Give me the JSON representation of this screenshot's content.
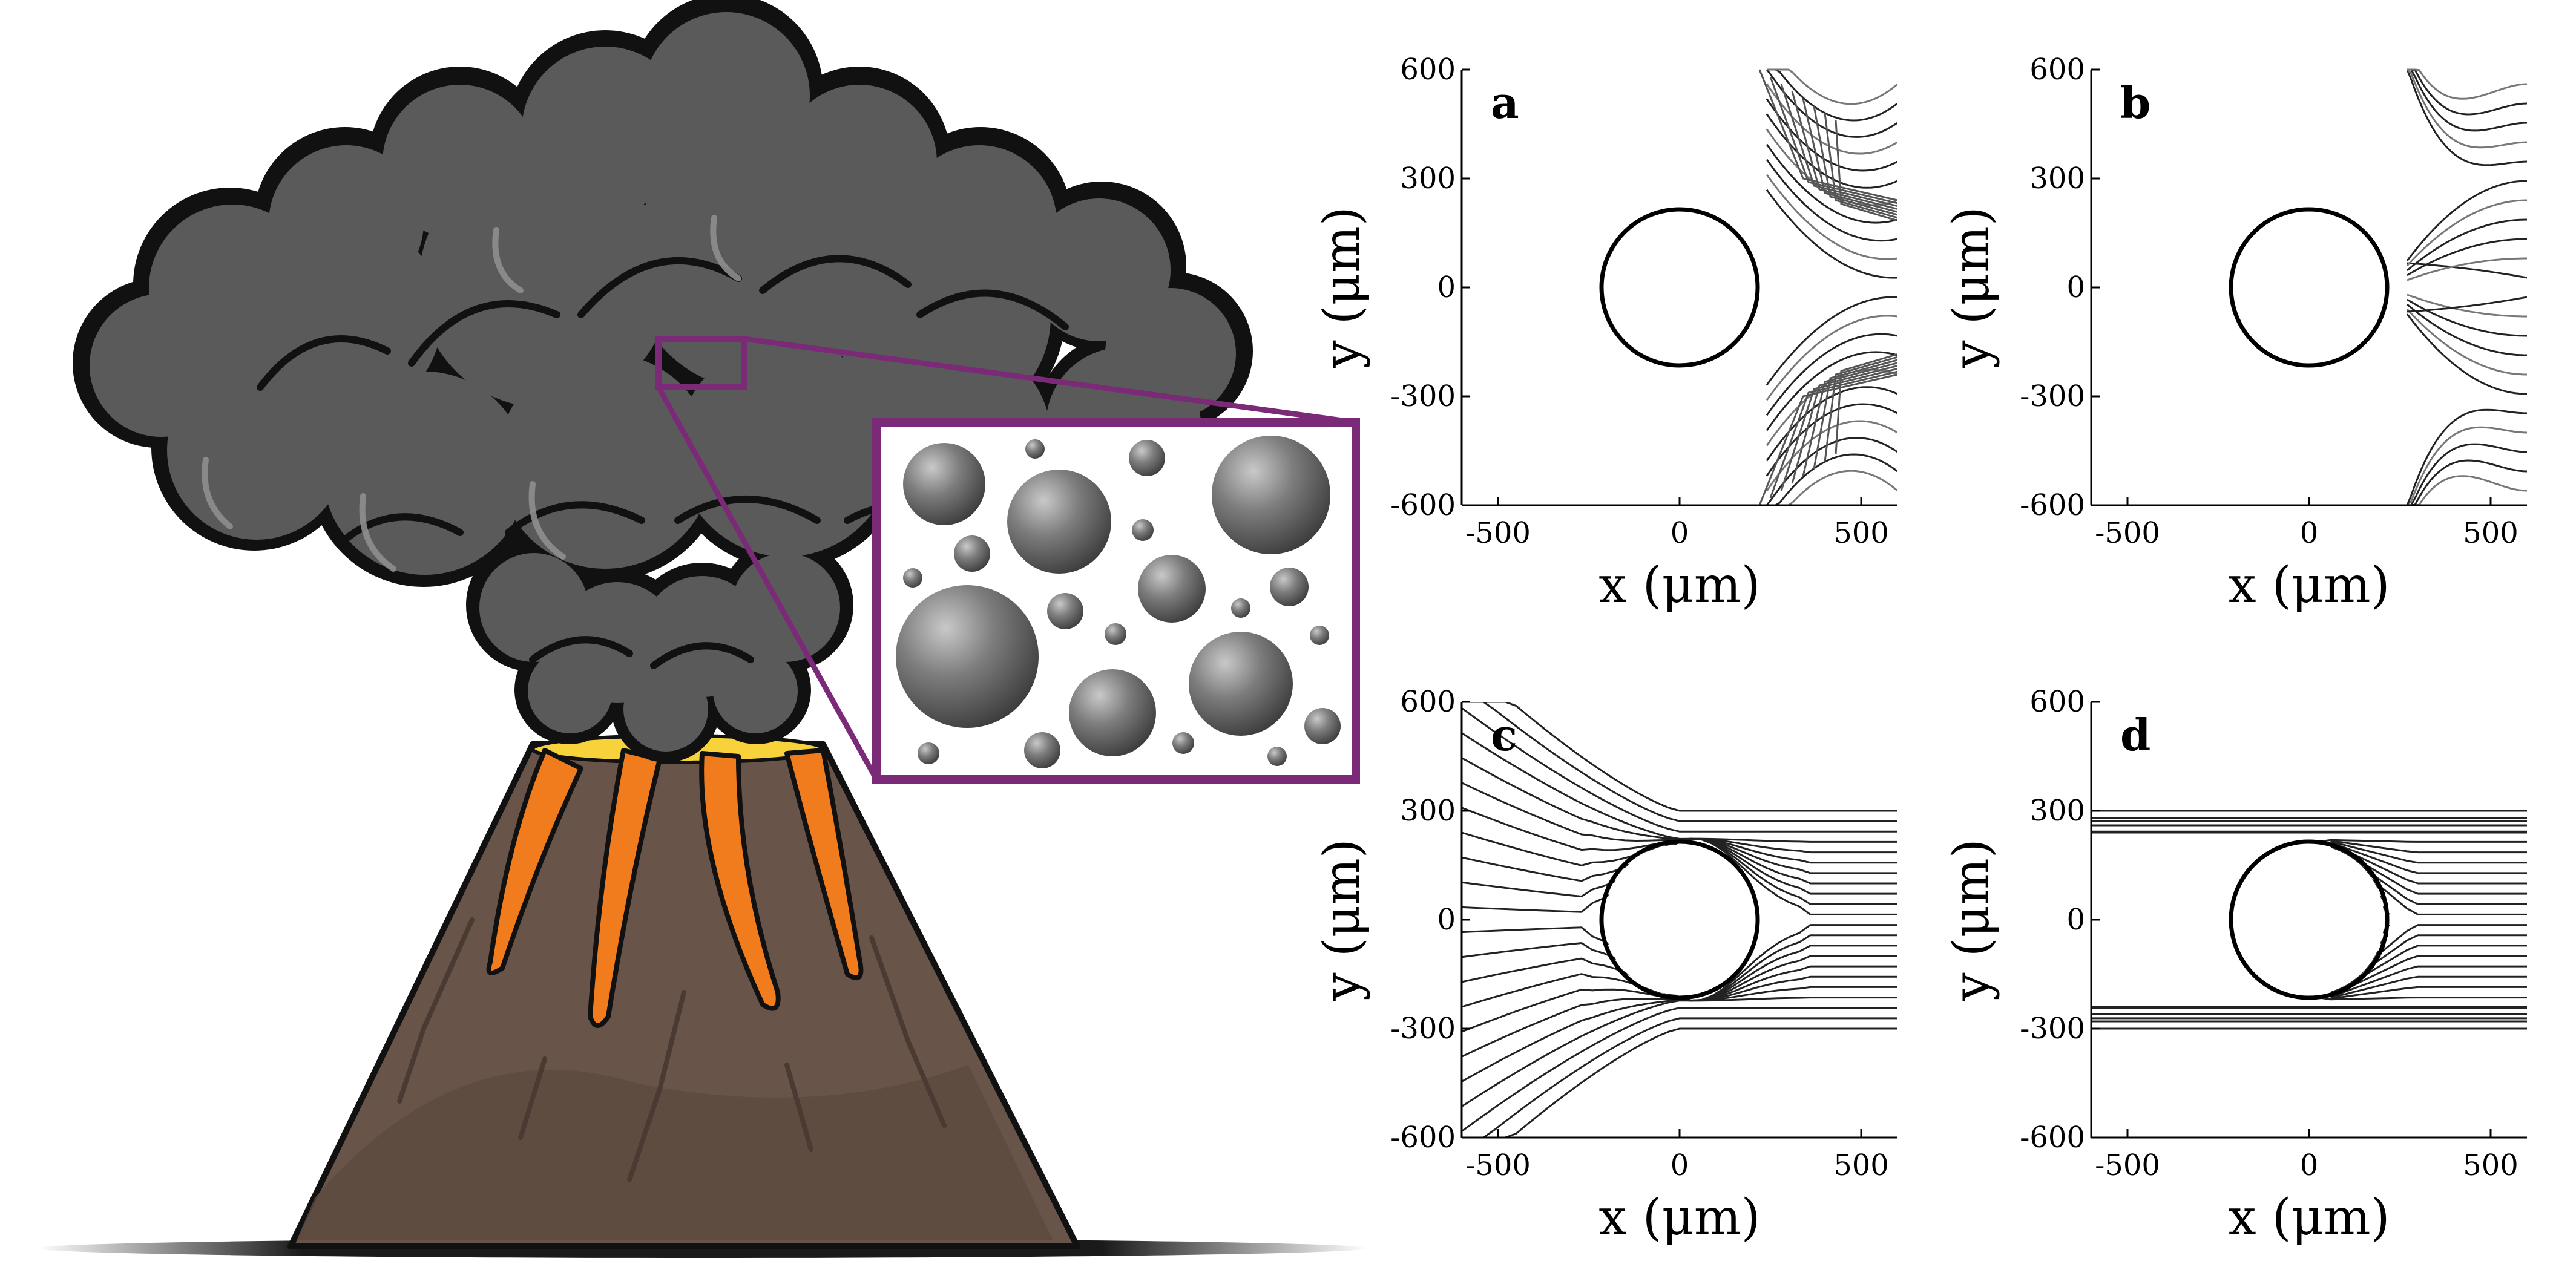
{
  "illustration": {
    "subject": "volcano-ash-cloud",
    "inset_subject": "ash-particle-spheres",
    "colors": {
      "cloud_outline": "#111111",
      "cloud_fill": "#5a5a5a",
      "cloud_highlight": "#8e8e8e",
      "mountain_fill": "#685449",
      "mountain_shade": "#5c4a40",
      "lava": "#f07c1e",
      "lava_glow": "#f7d23a",
      "inset_border": "#7b2a78"
    }
  },
  "panels": [
    {
      "letter": "a",
      "mode": "a"
    },
    {
      "letter": "b",
      "mode": "b"
    },
    {
      "letter": "c",
      "mode": "c"
    },
    {
      "letter": "d",
      "mode": "d"
    }
  ],
  "axes": {
    "xlabel": "x (μm)",
    "ylabel": "y (μm)",
    "xticks": [
      "-500",
      "0",
      "500"
    ],
    "yticks": [
      "600",
      "300",
      "0",
      "-300",
      "-600"
    ]
  },
  "chart_data": [
    {
      "type": "line",
      "title": "a",
      "xlim": [
        -600,
        600
      ],
      "ylim": [
        -600,
        600
      ],
      "obstacle": {
        "shape": "circle",
        "center": [
          0,
          0
        ],
        "radius": 215
      }
    },
    {
      "type": "line",
      "title": "b",
      "xlim": [
        -600,
        600
      ],
      "ylim": [
        -600,
        600
      ],
      "obstacle": {
        "shape": "circle",
        "center": [
          0,
          0
        ],
        "radius": 215
      }
    },
    {
      "type": "line",
      "title": "c",
      "xlim": [
        -600,
        600
      ],
      "ylim": [
        -600,
        600
      ],
      "obstacle": {
        "shape": "circle",
        "center": [
          0,
          0
        ],
        "radius": 215
      }
    },
    {
      "type": "line",
      "title": "d",
      "xlim": [
        -600,
        600
      ],
      "ylim": [
        -600,
        600
      ],
      "obstacle": {
        "shape": "circle",
        "center": [
          0,
          0
        ],
        "radius": 215
      }
    }
  ]
}
